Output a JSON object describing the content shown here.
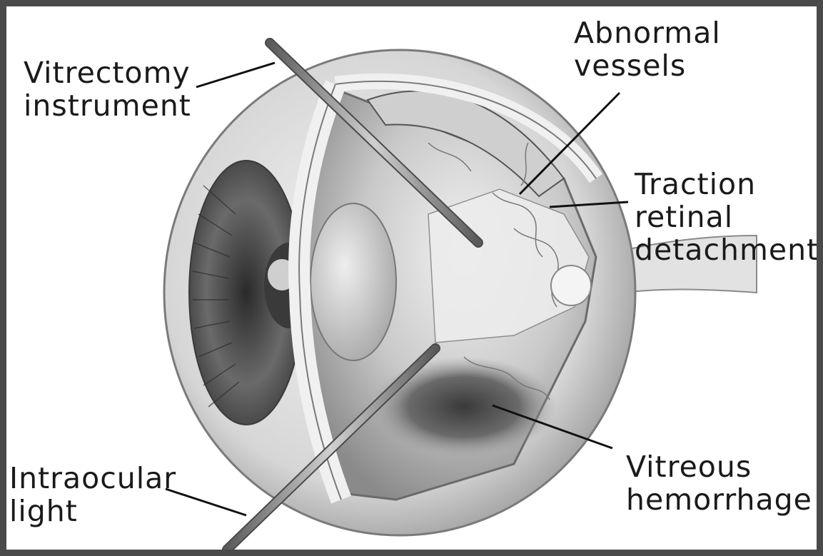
{
  "labels": {
    "vitrectomy_instrument": [
      "Vitrectomy",
      "instrument"
    ],
    "abnormal_vessels": [
      "Abnormal",
      "vessels"
    ],
    "traction_retinal_detachment": [
      "Traction",
      "retinal",
      "detachment"
    ],
    "intraocular_light": [
      "Intraocular",
      "light"
    ],
    "vitreous_hemorrhage": [
      "Vitreous",
      "hemorrhage"
    ]
  },
  "colors": {
    "frame": "#4a4a4a",
    "background": "#ffffff",
    "text": "#1a1a1a"
  }
}
